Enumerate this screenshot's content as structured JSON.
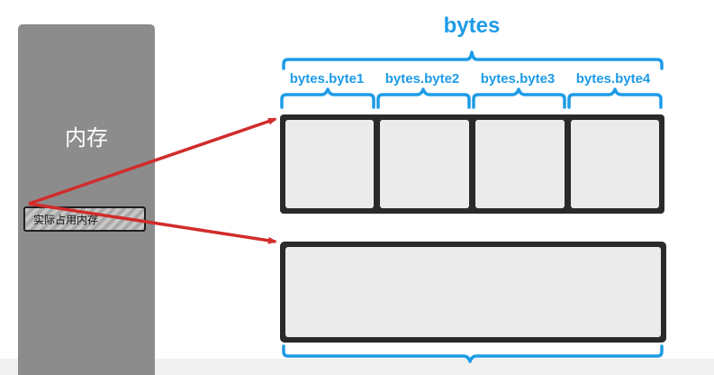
{
  "memory": {
    "label": "内存",
    "used_label": "实际占用内存"
  },
  "bytes": {
    "title": "bytes",
    "fields": [
      "bytes.byte1",
      "bytes.byte2",
      "bytes.byte3",
      "bytes.byte4"
    ]
  },
  "colors": {
    "memory_fill": "#8c8c8c",
    "accent_blue": "#1e9be6",
    "arrow_red": "#d12c2c",
    "box_border": "#2a2a2a",
    "box_fill": "#ebebeb"
  }
}
